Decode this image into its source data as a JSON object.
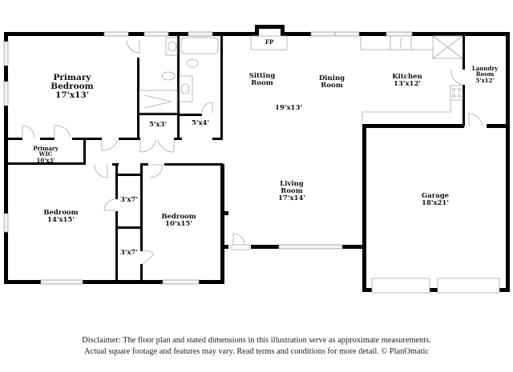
{
  "floor_plan": {
    "rooms": [
      {
        "id": "primary-bedroom",
        "name_lines": [
          "Primary",
          "Bedroom"
        ],
        "size": "17'x13'"
      },
      {
        "id": "primary-wic",
        "name_lines": [
          "Primary",
          "WIC"
        ],
        "size": "10'x3'"
      },
      {
        "id": "closet-5x3",
        "name_lines": [],
        "size": "5'x3'"
      },
      {
        "id": "closet-5x4",
        "name_lines": [],
        "size": "5'x4'"
      },
      {
        "id": "fireplace",
        "name_lines": [
          "FP"
        ],
        "size": ""
      },
      {
        "id": "sitting-room",
        "name_lines": [
          "Sitting",
          "Room"
        ],
        "size": "19'x13'"
      },
      {
        "id": "dining-room",
        "name_lines": [
          "Dining",
          "Room"
        ],
        "size": ""
      },
      {
        "id": "kitchen",
        "name_lines": [
          "Kitchen"
        ],
        "size": "13'x12'"
      },
      {
        "id": "laundry-room",
        "name_lines": [
          "Laundry",
          "Room"
        ],
        "size": "5'x12'"
      },
      {
        "id": "bedroom-2",
        "name_lines": [
          "Bedroom"
        ],
        "size": "14'x15'"
      },
      {
        "id": "closet-3x7-upper",
        "name_lines": [],
        "size": "3'x7'"
      },
      {
        "id": "closet-3x7-lower",
        "name_lines": [],
        "size": "3'x7'"
      },
      {
        "id": "bedroom-3",
        "name_lines": [
          "Bedroom"
        ],
        "size": "10'x15'"
      },
      {
        "id": "living-room",
        "name_lines": [
          "Living",
          "Room"
        ],
        "size": "17'x14'"
      },
      {
        "id": "garage",
        "name_lines": [
          "Garage"
        ],
        "size": "18'x21'"
      }
    ]
  },
  "disclaimer": {
    "line1": "Disclaimer: The floor plan and stated dimensions in this illustration serve as approximate measurements.",
    "line2": "Actual square footage and features may vary. Read terms and conditions for more detail. © PlanOmatic"
  }
}
